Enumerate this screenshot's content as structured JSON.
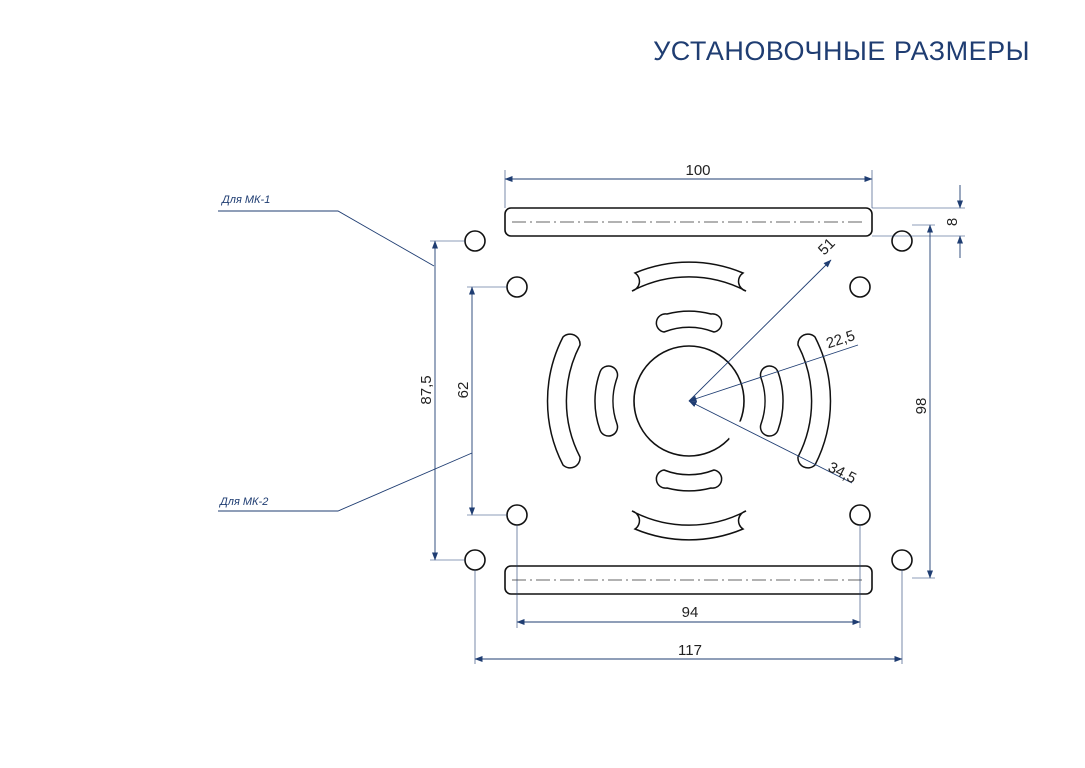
{
  "header": {
    "title": "УСТАНОВОЧНЫЕ РАЗМЕРЫ"
  },
  "drawing": {
    "callouts": {
      "mk1": "Для МК-1",
      "mk2": "Для МК-2"
    },
    "dimensions": {
      "top_width": "100",
      "bottom_inner_width": "94",
      "overall_width": "117",
      "rail_height": "8",
      "height_outer": "87,5",
      "height_inner": "62",
      "height_right": "98",
      "radius_outer": "51",
      "radius_middle": "22,5",
      "radius_slot": "34,5"
    },
    "colors": {
      "title": "#1f3d72",
      "dimension_lines": "#1f3d72",
      "part_outline": "#111111"
    }
  }
}
